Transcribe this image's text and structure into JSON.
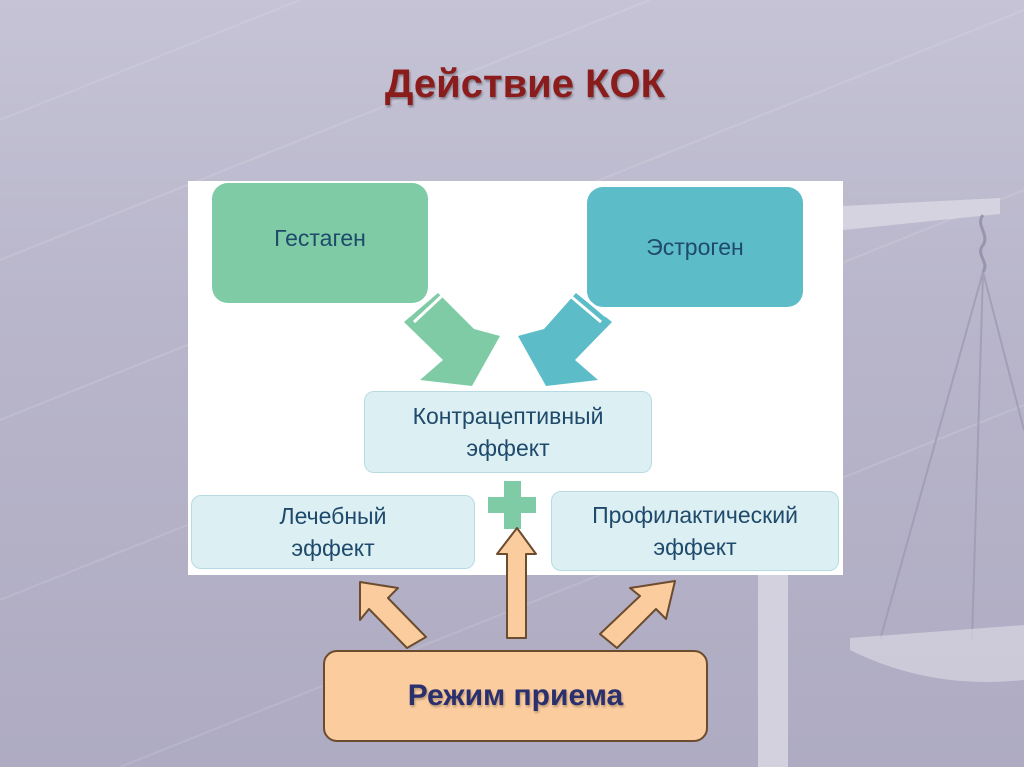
{
  "title": "Действие КОК",
  "nodes": {
    "gestagen": "Гестаген",
    "estrogen": "Эстроген",
    "contraceptive": [
      "Контрацептивный",
      "эффект"
    ],
    "therapeutic": [
      "Лечебный",
      "эффект"
    ],
    "prophylactic": [
      "Профилактический",
      "эффект"
    ],
    "regimen": "Режим приема"
  },
  "colors": {
    "title": "#8b1c1c",
    "gestagen": "#7ecba6",
    "estrogen": "#5cbcc8",
    "effect_box": "#dcf0f4",
    "plus": "#7ecba6",
    "regimen_box": "#fbcc9e",
    "regimen_text": "#2a2f6e",
    "node_text": "#1f4a6b"
  },
  "icons": [
    "plus-icon",
    "scales-icon"
  ]
}
